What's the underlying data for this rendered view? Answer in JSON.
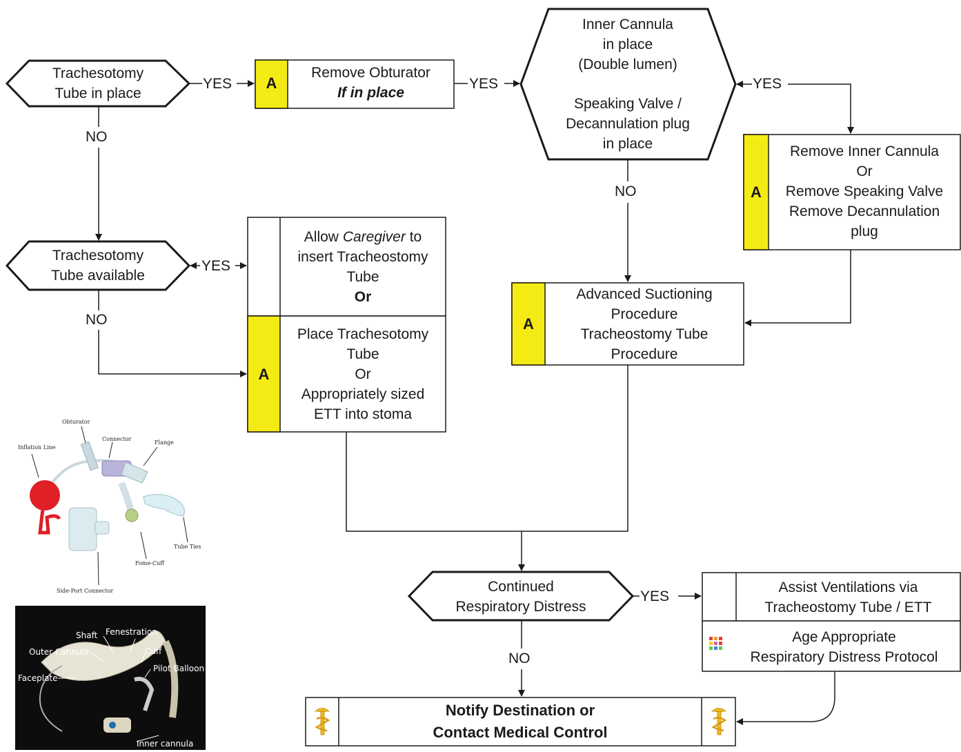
{
  "decisions": {
    "trach_in_place": [
      "Trachesotomy",
      "Tube in place"
    ],
    "inner_cannula": [
      "Inner Cannula",
      "in place",
      "(Double lumen)",
      "",
      "Speaking Valve /",
      "Decannulation plug",
      "in place"
    ],
    "trach_available": [
      "Trachesotomy",
      "Tube available"
    ],
    "continued_distress": [
      "Continued",
      "Respiratory Distress"
    ]
  },
  "labels": {
    "yes": "YES",
    "no": "NO"
  },
  "boxes": {
    "advanced_badge": "A",
    "remove_obturator": {
      "line1": "Remove Obturator",
      "line2": "If in place"
    },
    "remove_inner": [
      "Remove Inner Cannula",
      "Or",
      "Remove Speaking Valve",
      "Remove Decannulation",
      "plug"
    ],
    "allow_caregiver": {
      "pre": "Allow ",
      "em": "Caregiver",
      "post": " to",
      "line2": "insert Tracheostomy",
      "line3": "Tube",
      "line4": "Or"
    },
    "place_trach": [
      "Place Trachesotomy",
      "Tube",
      "Or",
      "Appropriately sized",
      "ETT into stoma"
    ],
    "advanced_suction": [
      "Advanced Suctioning",
      "Procedure",
      "Tracheostomy Tube",
      "Procedure"
    ],
    "assist_vent": [
      "Assist Ventilations via",
      "Tracheostomy Tube / ETT"
    ],
    "age_protocol": [
      "Age Appropriate",
      "Respiratory Distress Protocol"
    ],
    "notify": [
      "Notify Destination or",
      "Contact Medical Control"
    ]
  },
  "photo1_labels": {
    "obturator": "Obturator",
    "connector": "Connector",
    "flange": "Flange",
    "inflation_line": "Inflation Line",
    "tube_ties": "Tube Ties",
    "fome_cuff": "Fome-Cuff",
    "side_port": "Side-Port Connector"
  },
  "photo2_labels": {
    "shaft": "Shaft",
    "fenestration": "Fenestration",
    "outer_cannula": "Outer Cannula",
    "cuff": "Cuff",
    "pilot_balloon": "Pilot Balloon",
    "faceplate": "Faceplate",
    "inner_cannula": "Inner cannula"
  },
  "colors": {
    "badge_yellow": "#f5eb14",
    "caduceus_gold": "#f2b81c",
    "line": "#1a1a1a"
  }
}
